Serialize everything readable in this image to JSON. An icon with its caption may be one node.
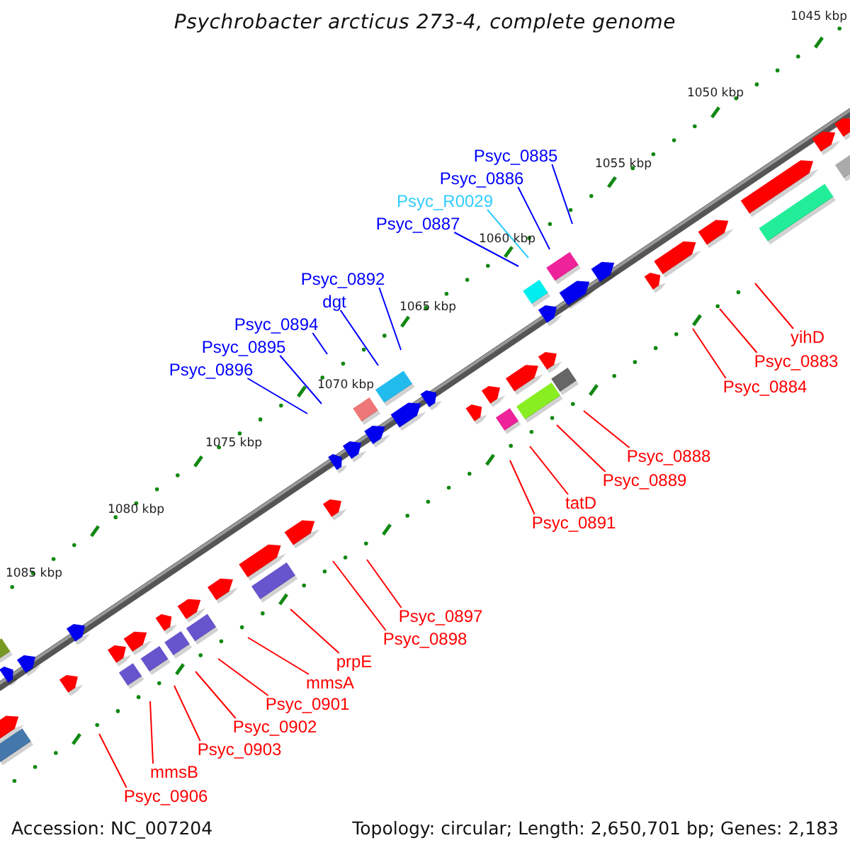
{
  "diagram": {
    "title": "Psychrobacter arcticus 273-4, complete genome",
    "nodes": [
      {
        "text": [
          "Psyc_0885"
        ]
      },
      {
        "text": [
          "Psyc_0886"
        ]
      },
      {
        "text": [
          "Psyc_R0029"
        ]
      },
      {
        "text": [
          "Psyc_0887"
        ]
      },
      {
        "text": [
          "Psyc_0892"
        ]
      },
      {
        "text": [
          "dgt"
        ]
      },
      {
        "text": [
          "Psyc_0894"
        ]
      },
      {
        "text": [
          "Psyc_0895"
        ]
      },
      {
        "text": [
          "Psyc_0896"
        ]
      },
      {
        "text": [
          "yihD"
        ]
      },
      {
        "text": [
          "Psyc_0883"
        ]
      },
      {
        "text": [
          "Psyc_0884"
        ]
      },
      {
        "text": [
          "Psyc_0888"
        ]
      },
      {
        "text": [
          "Psyc_0889"
        ]
      },
      {
        "text": [
          "tatD"
        ]
      },
      {
        "text": [
          "Psyc_0891"
        ]
      },
      {
        "text": [
          "Psyc_0897"
        ]
      },
      {
        "text": [
          "Psyc_0898"
        ]
      },
      {
        "text": [
          "prpE"
        ]
      },
      {
        "text": [
          "mmsA"
        ]
      },
      {
        "text": [
          "Psyc_0901"
        ]
      },
      {
        "text": [
          "Psyc_0902"
        ]
      },
      {
        "text": [
          "Psyc_0903"
        ]
      },
      {
        "text": [
          "mmsB"
        ]
      },
      {
        "text": [
          "Psyc_0906"
        ]
      }
    ],
    "edges": [
      {
        "from": 0,
        "to": null,
        "arrow": "none",
        "color": "#0000ff"
      },
      {
        "from": 1,
        "to": null,
        "arrow": "none",
        "color": "#0000ff"
      },
      {
        "from": 2,
        "to": null,
        "arrow": "none",
        "color": "#33ccff"
      },
      {
        "from": 3,
        "to": null,
        "arrow": "none",
        "color": "#0000ff"
      },
      {
        "from": 4,
        "to": null,
        "arrow": "none",
        "color": "#0000ff"
      },
      {
        "from": 5,
        "to": null,
        "arrow": "none",
        "color": "#0000ff"
      },
      {
        "from": 6,
        "to": null,
        "arrow": "none",
        "color": "#0000ff"
      },
      {
        "from": 7,
        "to": null,
        "arrow": "none",
        "color": "#0000ff"
      },
      {
        "from": 8,
        "to": null,
        "arrow": "none",
        "color": "#0000ff"
      },
      {
        "from": 9,
        "to": null,
        "arrow": "none"
      },
      {
        "from": 10,
        "to": null,
        "arrow": "none"
      },
      {
        "from": 11,
        "to": null,
        "arrow": "none"
      },
      {
        "from": 12,
        "to": null,
        "arrow": "none"
      },
      {
        "from": 13,
        "to": null,
        "arrow": "none"
      },
      {
        "from": 14,
        "to": null,
        "arrow": "none"
      },
      {
        "from": 15,
        "to": null,
        "arrow": "none"
      },
      {
        "from": 16,
        "to": null,
        "arrow": "none"
      },
      {
        "from": 17,
        "to": null,
        "arrow": "none"
      },
      {
        "from": 18,
        "to": null,
        "arrow": "none"
      },
      {
        "from": 19,
        "to": null,
        "arrow": "none"
      },
      {
        "from": 20,
        "to": null,
        "arrow": "none"
      },
      {
        "from": 21,
        "to": null,
        "arrow": "none"
      },
      {
        "from": 22,
        "to": null,
        "arrow": "none"
      },
      {
        "from": 23,
        "to": null,
        "arrow": "none"
      },
      {
        "from": 24,
        "to": null,
        "arrow": "none"
      }
    ],
    "labels": [
      "1045 kbp",
      "1050 kbp",
      "1055 kbp",
      "1060 kbp",
      "1065 kbp",
      "1070 kbp",
      "1075 kbp",
      "1080 kbp",
      "1085 kbp",
      "Accession: NC_007204",
      "Topology: circular; Length: 2,650,701 bp; Genes: 2,183"
    ]
  }
}
